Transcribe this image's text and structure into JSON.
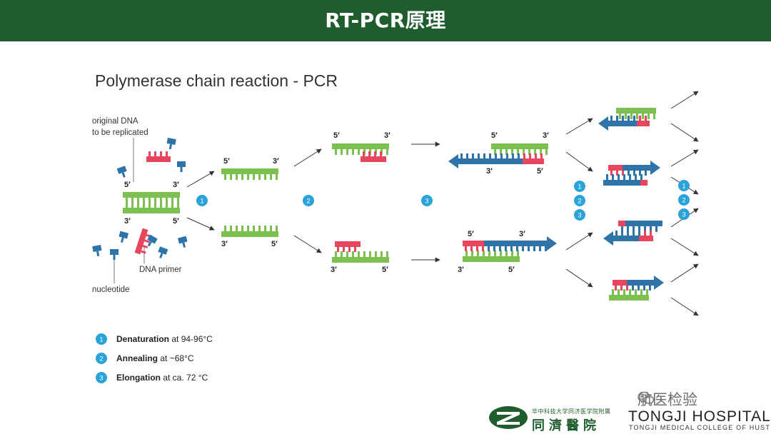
{
  "header": {
    "title": "RT-PCR原理"
  },
  "diagram": {
    "title": "Polymerase chain reaction - PCR",
    "labels": {
      "original_dna": [
        "original DNA",
        "to be replicated"
      ],
      "dna_primer": "DNA primer",
      "nucleotide": "nucleotide"
    },
    "ends": {
      "five": "5′",
      "three": "3′"
    },
    "stages": [
      "1",
      "2",
      "3"
    ],
    "legend": [
      {
        "num": "1",
        "name": "Denaturation",
        "condition": " at 94-96°C"
      },
      {
        "num": "2",
        "name": "Annealing",
        "condition": " at ~68°C"
      },
      {
        "num": "3",
        "name": "Elongation",
        "condition": " at ca. 72 °C"
      }
    ],
    "colors": {
      "template": "#7cc04f",
      "primer": "#e8455f",
      "new_strand": "#2e74a8",
      "badge": "#2aa3d8"
    }
  },
  "watermark": {
    "text": "航医检验",
    "icon": "wechat-icon"
  },
  "footer": {
    "logo_icon": "tongji-logo-icon",
    "small_text": "华中科技大学同济医学院附属",
    "cn_name": "同濟醫院",
    "name": "TONGJI HOSPITAL",
    "sub": "TONGJI MEDICAL COLLEGE OF HUST"
  }
}
